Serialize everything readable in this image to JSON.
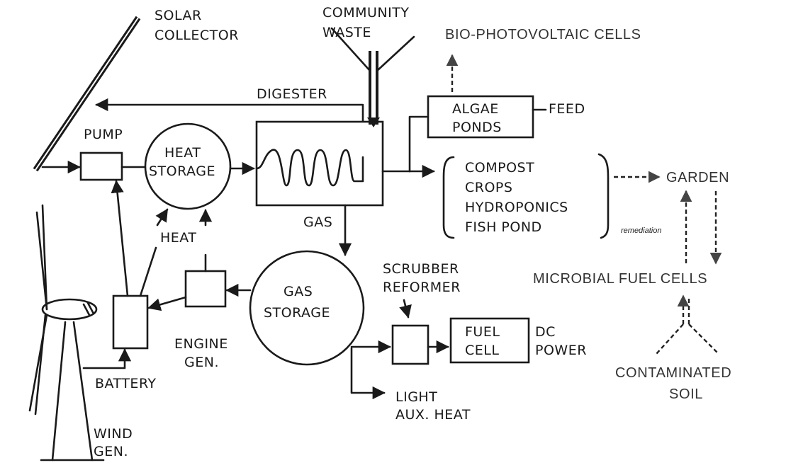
{
  "labels": {
    "solar_collector_1": "SOLAR",
    "solar_collector_2": "COLLECTOR",
    "community_waste_1": "COMMUNITY",
    "community_waste_2": "WASTE",
    "bio_pv": "BIO-PHOTOVOLTAIC CELLS",
    "digester": "DIGESTER",
    "algae_1": "ALGAE",
    "algae_2": "PONDS",
    "feed": "FEED",
    "pump": "PUMP",
    "heat_storage_1": "HEAT",
    "heat_storage_2": "STORAGE",
    "compost": "COMPOST",
    "crops": "CROPS",
    "hydroponics": "HYDROPONICS",
    "fish_pond": "FISH POND",
    "garden": "GARDEN",
    "remediation": "remediation",
    "gas": "GAS",
    "heat": "HEAT",
    "gas_storage_1": "GAS",
    "gas_storage_2": "STORAGE",
    "scrubber_1": "SCRUBBER",
    "scrubber_2": "REFORMER",
    "microbial": "MICROBIAL FUEL CELLS",
    "fuel_cell_1": "FUEL",
    "fuel_cell_2": "CELL",
    "dc_power_1": "DC",
    "dc_power_2": "POWER",
    "engine_1": "ENGINE",
    "engine_2": "GEN.",
    "battery": "BATTERY",
    "light_1": "LIGHT",
    "light_2": "AUX. HEAT",
    "contaminated_1": "CONTAMINATED",
    "contaminated_2": "SOIL",
    "wind_1": "WIND",
    "wind_2": "GEN."
  }
}
